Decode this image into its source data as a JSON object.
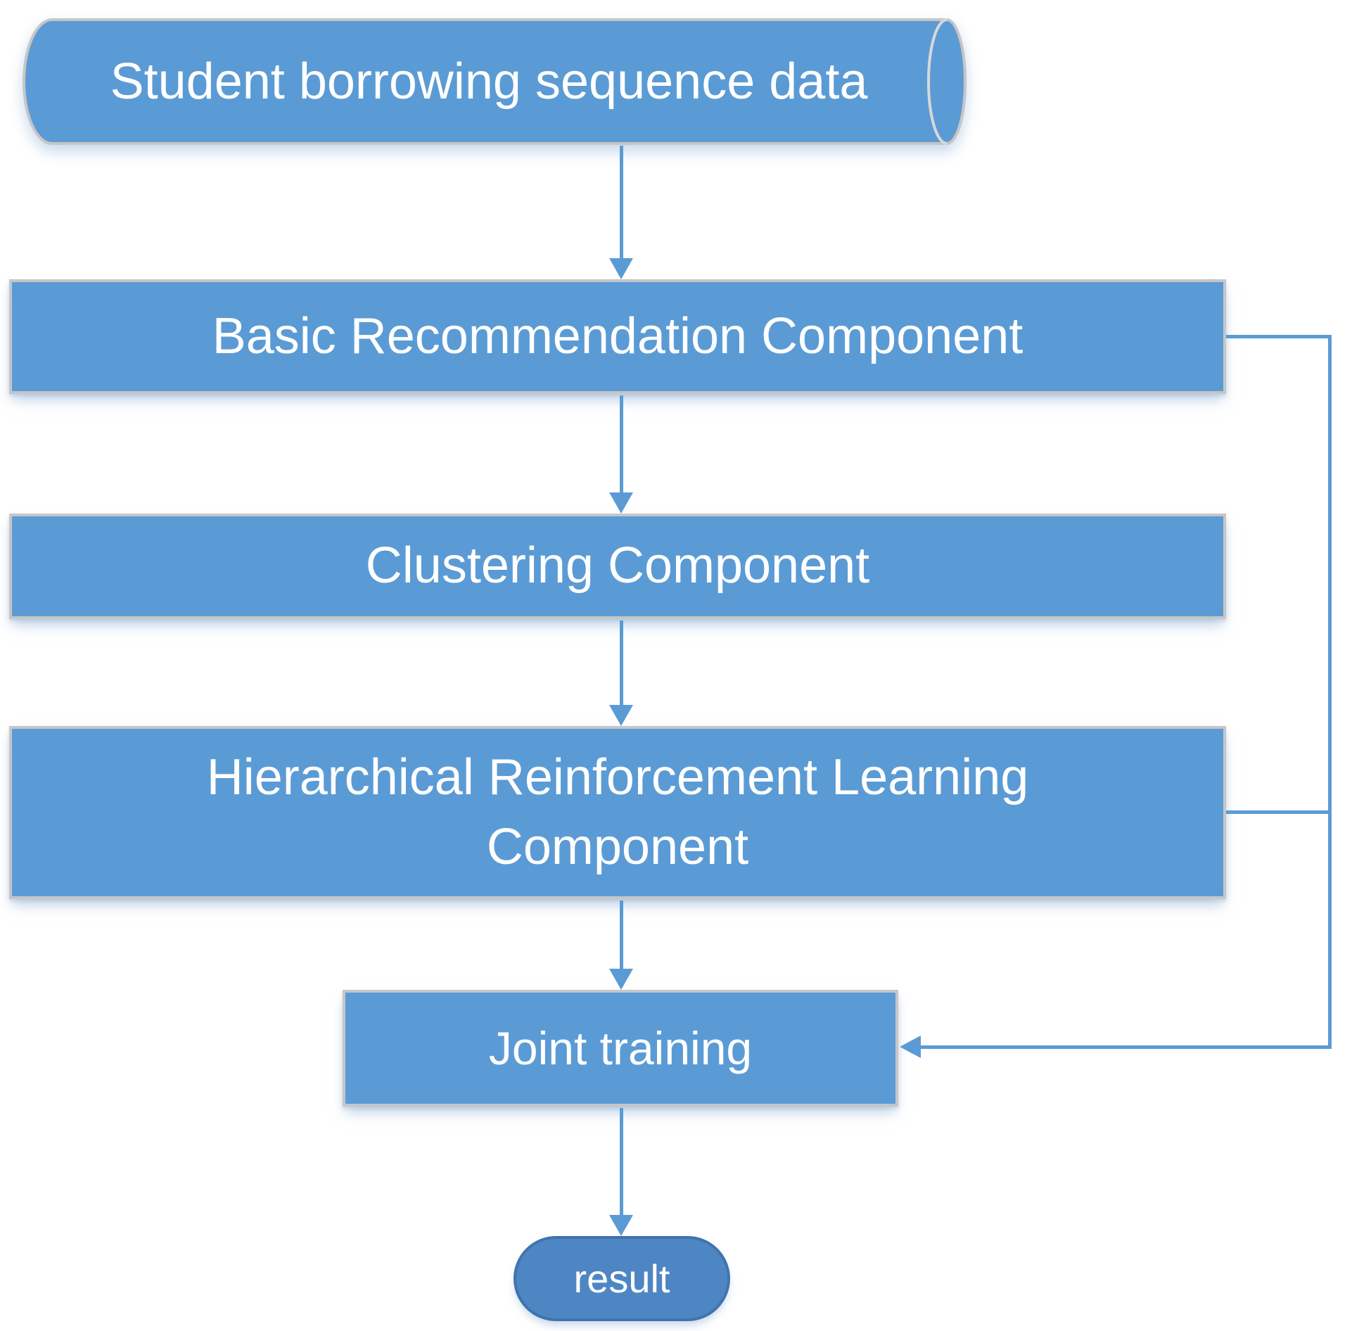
{
  "diagram": {
    "type": "flowchart",
    "colors": {
      "node_fill": "#5b9bd5",
      "node_border": "#c6c6c6",
      "connector": "#5b9bd5",
      "text": "#ffffff",
      "result_fill": "#4e86c4",
      "result_border": "#3f74ae",
      "background": "#ffffff"
    },
    "nodes": {
      "data_source": {
        "label": "Student borrowing sequence data",
        "shape": "cylinder"
      },
      "basic": {
        "label": "Basic Recommendation Component",
        "shape": "rect"
      },
      "clustering": {
        "label": "Clustering Component",
        "shape": "rect"
      },
      "hrl": {
        "label": "Hierarchical Reinforcement Learning Component",
        "shape": "rect"
      },
      "joint": {
        "label": "Joint training",
        "shape": "rect"
      },
      "result": {
        "label": "result",
        "shape": "stadium"
      }
    },
    "edges": [
      {
        "from": "data_source",
        "to": "basic",
        "style": "arrow-down"
      },
      {
        "from": "basic",
        "to": "clustering",
        "style": "arrow-down"
      },
      {
        "from": "clustering",
        "to": "hrl",
        "style": "arrow-down"
      },
      {
        "from": "hrl",
        "to": "joint",
        "style": "arrow-down"
      },
      {
        "from": "basic",
        "to": "joint",
        "style": "right-side-elbow-arrow"
      },
      {
        "from": "hrl",
        "to": "joint",
        "style": "right-side-elbow-arrow"
      },
      {
        "from": "joint",
        "to": "result",
        "style": "arrow-down"
      }
    ]
  }
}
